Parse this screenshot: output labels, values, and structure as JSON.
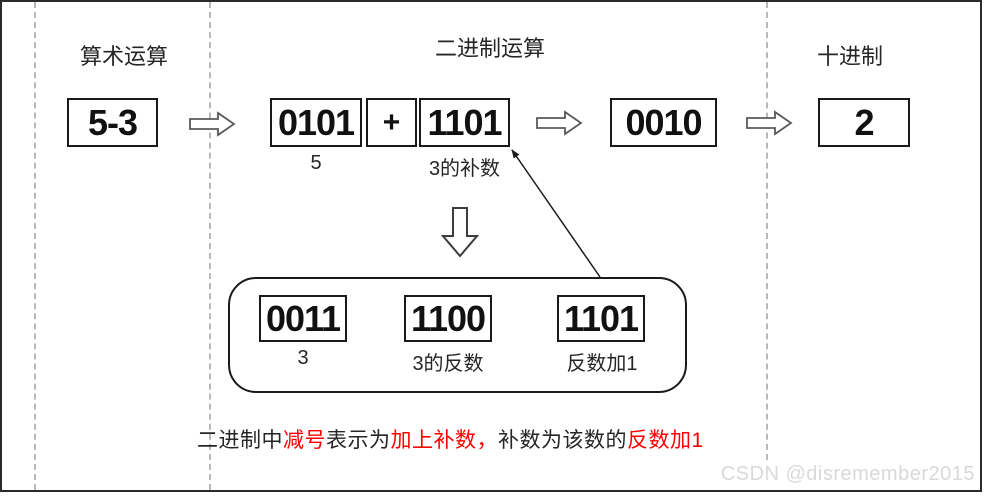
{
  "titles": {
    "arithmetic": "算术运算",
    "binary": "二进制运算",
    "decimal": "十进制"
  },
  "flow": {
    "expression": "5-3",
    "operand1": "0101",
    "operand1_label": "5",
    "operator": "+",
    "operand2": "1101",
    "operand2_label": "3的补数",
    "binary_result": "0010",
    "decimal_result": "2"
  },
  "complement_steps": [
    {
      "value": "0011",
      "label": "3"
    },
    {
      "value": "1100",
      "label": "3的反数"
    },
    {
      "value": "1101",
      "label": "反数加1"
    }
  ],
  "note_segments": [
    {
      "text": "二进制中",
      "color": "#262626"
    },
    {
      "text": "减号",
      "color": "#ff0000"
    },
    {
      "text": "表示为",
      "color": "#262626"
    },
    {
      "text": "加上补数，",
      "color": "#ff0000"
    },
    {
      "text": "补数为该数的",
      "color": "#262626"
    },
    {
      "text": "反数加1",
      "color": "#ff0000"
    }
  ],
  "watermark": "CSDN @disremember2015",
  "icons": {
    "right_arrow": "right-block-arrow",
    "down_arrow": "down-block-arrow",
    "pointer": "thin-arrow-pointer"
  },
  "colors": {
    "red_text": "#ff0000",
    "text": "#262626",
    "box_border": "#1a1a1a",
    "dashed_line": "#b8b8b8",
    "arrow_outline": "#595959",
    "watermark": "#d9d9d9",
    "frame_border": "#2b2b2b"
  }
}
